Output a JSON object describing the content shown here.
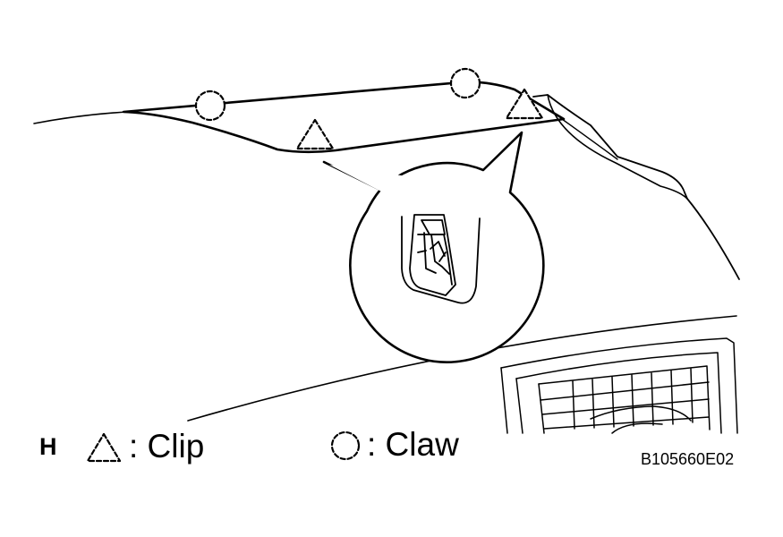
{
  "legend": {
    "marker": "H",
    "clip_label": ": Clip",
    "claw_label": ": Claw",
    "clip_symbol": "dotted-triangle-icon",
    "claw_symbol": "dotted-circle-icon"
  },
  "figure_id": "B105660E02",
  "colors": {
    "line": "#000000",
    "background": "#ffffff"
  }
}
